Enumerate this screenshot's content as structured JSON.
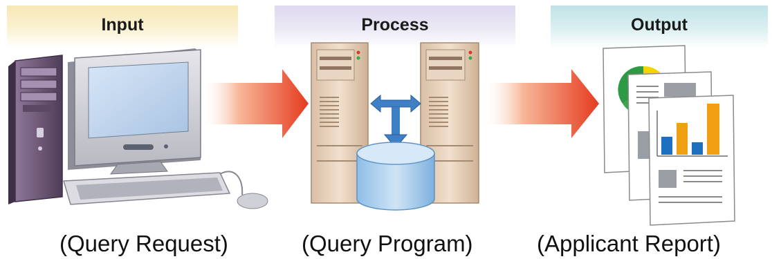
{
  "stages": [
    {
      "key": "input",
      "header": "Input",
      "caption": "(Query Request)",
      "header_color": "#f6e7b4"
    },
    {
      "key": "process",
      "header": "Process",
      "caption": "(Query Program)",
      "header_color": "#ded9ef"
    },
    {
      "key": "output",
      "header": "Output",
      "caption": "(Applicant Report)",
      "header_color": "#bfe2e6"
    }
  ],
  "colors": {
    "arrow": "#e53b1f",
    "tower": "#e8d0b8",
    "computer_case": "#6f5a78",
    "monitor_screen": "#c2d7f0",
    "database": "#a9cdeb",
    "transfer_arrow": "#3f7fc6",
    "chart_blue": "#1d6fc0",
    "chart_orange": "#f0a012"
  },
  "icons": [
    "desktop-computer-icon",
    "server-tower-icon",
    "database-icon",
    "report-document-icon"
  ]
}
